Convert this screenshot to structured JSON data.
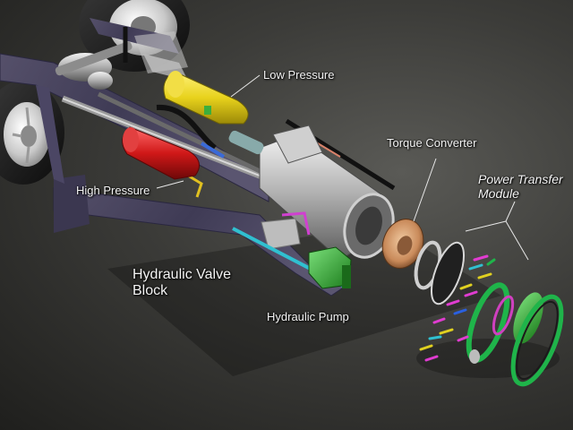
{
  "labels": {
    "low_pressure": "Low Pressure",
    "torque_converter": "Torque Converter",
    "power_transfer_line1": "Power Transfer",
    "power_transfer_line2": "Module",
    "high_pressure": "High Pressure",
    "hydraulic_valve_line1": "Hydraulic Valve",
    "hydraulic_valve_line2": "Block",
    "hydraulic_pump": "Hydraulic Pump"
  },
  "colors": {
    "low_pressure_tank": "#e8d21c",
    "high_pressure_tank": "#d01818",
    "frame": "#4a4560",
    "pump": "#2aa02a",
    "module_green": "#1fb44a",
    "torque_converter": "#c98a5a"
  }
}
